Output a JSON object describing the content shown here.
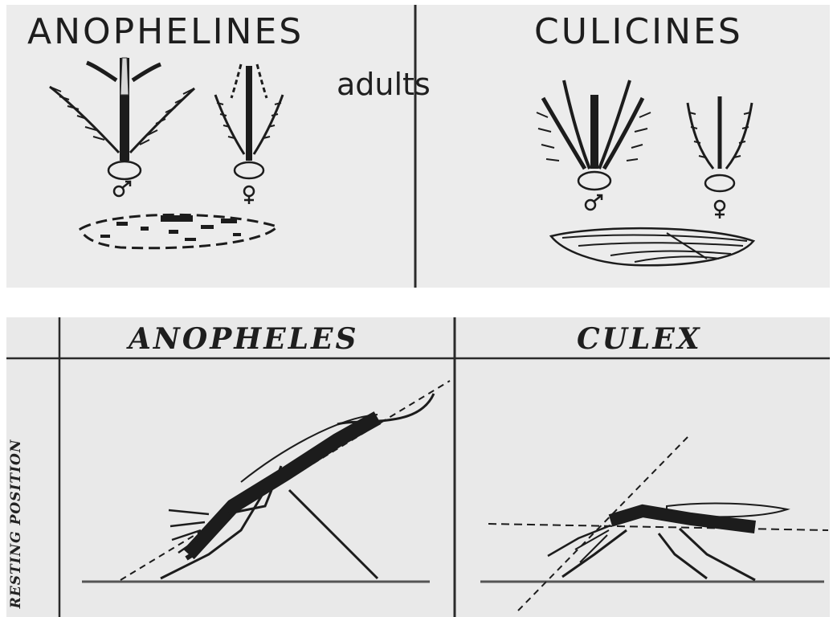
{
  "top": {
    "left_heading": "ANOPHELINES",
    "right_heading": "CULICINES",
    "center_label": "adults"
  },
  "bottom": {
    "left_heading": "ANOPHELES",
    "right_heading": "CULEX",
    "row_label": "RESTING POSITION"
  }
}
